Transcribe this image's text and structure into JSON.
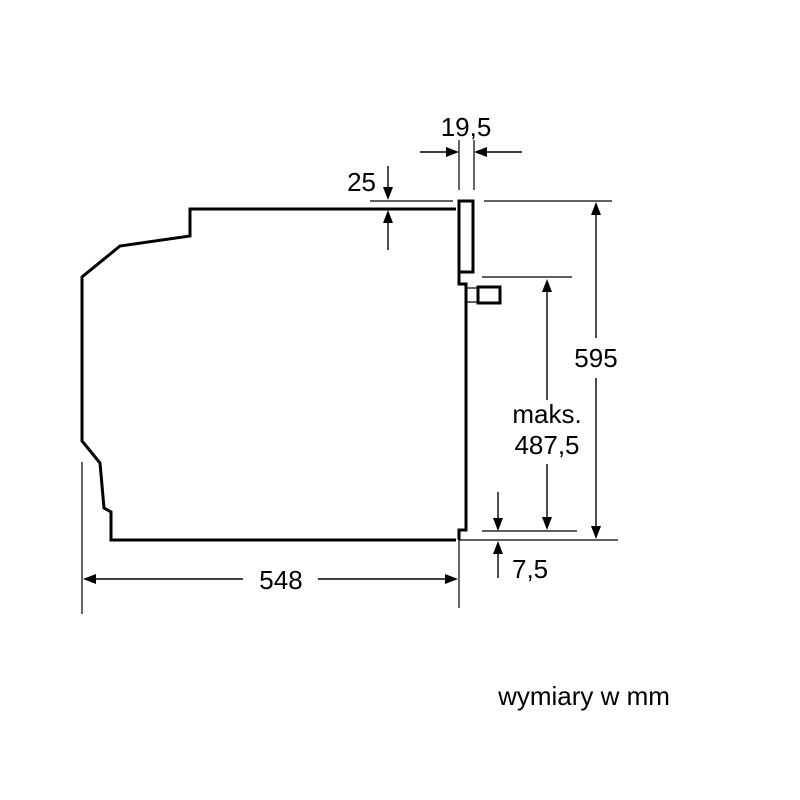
{
  "dimensions": {
    "gap_top": "19,5",
    "depth_top_offset": "25",
    "height_total": "595",
    "inner_max_prefix": "maks.",
    "inner_max_value": "487,5",
    "bottom_offset": "7,5",
    "depth": "548"
  },
  "caption": "wymiary w mm"
}
